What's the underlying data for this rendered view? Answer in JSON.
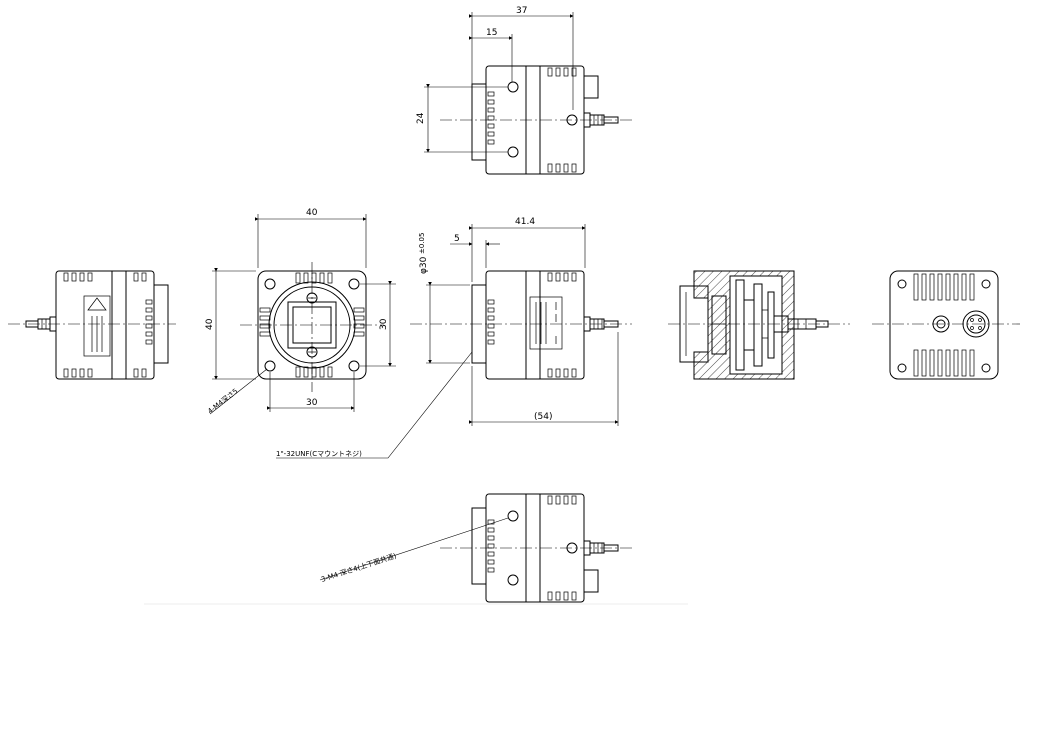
{
  "dimensions": {
    "top_length": "37",
    "top_offset": "15",
    "top_height": "24",
    "front_width": "40",
    "front_height": "40",
    "front_inner_height": "30",
    "front_inner_width": "30",
    "side_depth": "41.4",
    "side_flange": "5",
    "side_diameter": "φ30",
    "side_diameter_tol": "±0.05",
    "side_overall": "(54)"
  },
  "notes": {
    "mount_holes_front": "4-M4深さ5",
    "c_mount_thread": "1\"-32UNF(Cマウントネジ)",
    "mount_holes_bottom": "3-M4 深さ4(上下面共通)"
  },
  "colors": {
    "line": "#000000",
    "background": "#ffffff"
  }
}
